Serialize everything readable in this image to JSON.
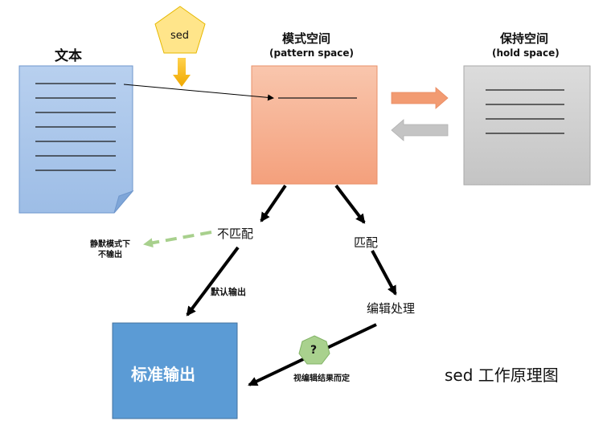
{
  "labels": {
    "text_doc": "文本",
    "sed": "sed",
    "pattern_space": "模式空间",
    "pattern_space_en": "(pattern space)",
    "hold_space": "保持空间",
    "hold_space_en": "(hold space)",
    "no_match": "不匹配",
    "match": "匹配",
    "silent_line1": "静默模式下",
    "silent_line2": "不输出",
    "default_output": "默认输出",
    "edit_process": "编辑处理",
    "question": "?",
    "depends_result": "视编辑结果而定",
    "stdout": "标准输出",
    "title": "sed 工作原理图"
  },
  "colors": {
    "doc_fill": "#a9c6ea",
    "doc_stroke": "#6f97cc",
    "sed_fill": "#ffe58a",
    "sed_stroke": "#e6b800",
    "down_arrow": "#f2b400",
    "pattern_top": "#f9c6ad",
    "pattern_bottom": "#f4a07c",
    "hold_fill": "#c9c9c9",
    "hold_stroke": "#a9a9a9",
    "right_arrow": "#f29b72",
    "left_arrow": "#c4c4c4",
    "dashed_arrow": "#a8d08d",
    "question_fill": "#a9d18e",
    "stdout_fill": "#5b9bd5",
    "stdout_stroke": "#41729f",
    "black": "#000000"
  }
}
